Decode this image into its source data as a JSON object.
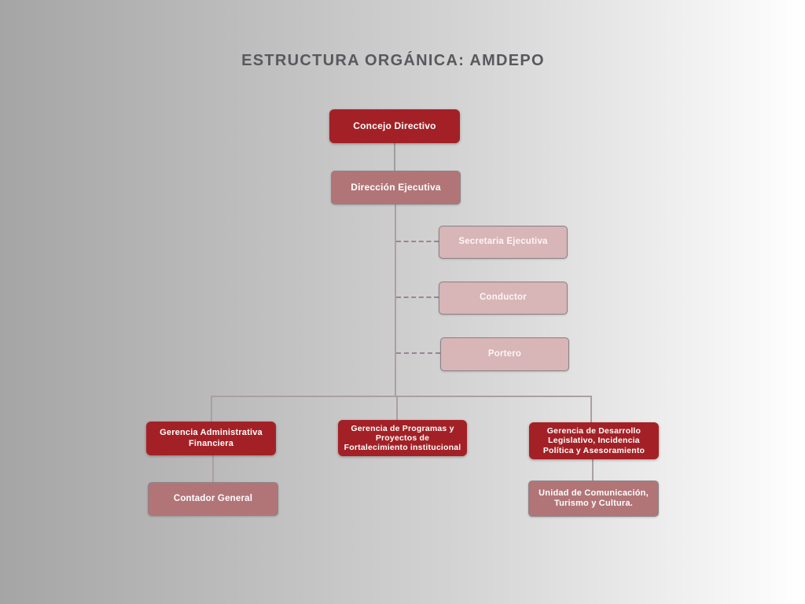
{
  "title": "ESTRUCTURA ORGÁNICA: AMDEPO",
  "colors": {
    "background_left": "#a5a5a5",
    "background_right": "#ffffff",
    "title_text": "#58595d",
    "level1_fill": "#A32126",
    "level2_fill": "#B17578",
    "staff_fill": "#D8B5B7",
    "box_border": "#8d8487",
    "box_text": "#ffffff",
    "connector_solid": "#ab9ea6",
    "connector_dashed": "#9c8396"
  },
  "org": {
    "concejo": {
      "label": "Concejo Directivo"
    },
    "direccion": {
      "label": "Dirección Ejecutiva"
    },
    "staff": [
      {
        "label": "Secretaria Ejecutiva"
      },
      {
        "label": "Conductor"
      },
      {
        "label": "Portero"
      }
    ],
    "gerencias": [
      {
        "label": "Gerencia Administrativa\nFinanciera"
      },
      {
        "label": "Gerencia de Programas y\nProyectos de\nFortalecimiento institucional"
      },
      {
        "label": "Gerencia de Desarrollo\nLegislativo, Incidencia\nPolítica y Asesoramiento"
      }
    ],
    "contador": {
      "label": "Contador General"
    },
    "unidad": {
      "label": "Unidad de Comunicación,\nTurismo y Cultura."
    }
  }
}
